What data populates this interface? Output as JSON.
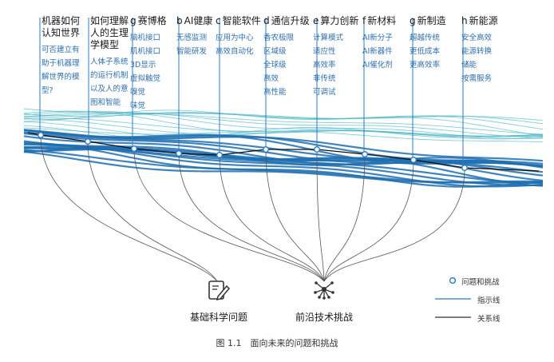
{
  "columns": [
    {
      "letter": "",
      "title": "机器如何认知世界",
      "items": [
        "可否建立有助于机器理解世界的模型?"
      ]
    },
    {
      "letter": "",
      "title": "如何理解人的生理学模型",
      "items": [
        "人体子系统的运行机制以及人的意图和智能"
      ]
    },
    {
      "letter": "g",
      "title": "赛博格",
      "items": [
        "脑机接口",
        "肌机接口",
        "3D显示",
        "虚拟触觉",
        "嗅觉",
        "味觉"
      ]
    },
    {
      "letter": "b",
      "title": "AI健康",
      "items": [
        "无感监测",
        "智能研发"
      ]
    },
    {
      "letter": "c",
      "title": "智能软件",
      "items": [
        "应用为中心",
        "高效自动化"
      ]
    },
    {
      "letter": "d",
      "title": "通信升级",
      "items": [
        "香农极限",
        "区域级",
        "全球级",
        "高效",
        "高性能"
      ]
    },
    {
      "letter": "e",
      "title": "算力创新",
      "items": [
        "计算模式",
        "适应性",
        "高效率",
        "非传统",
        "可调试"
      ]
    },
    {
      "letter": "f",
      "title": "新材料",
      "items": [
        "AI新分子",
        "AI新器件",
        "AI催化剂"
      ]
    },
    {
      "letter": "g",
      "title": "新制造",
      "items": [
        "超越传统",
        "更低成本",
        "更高效率"
      ]
    },
    {
      "letter": "h",
      "title": "新能源",
      "items": [
        "安全高效",
        "能源转换",
        "储能",
        "按需服务"
      ]
    }
  ],
  "bottom": {
    "left_label": "基础科学问题",
    "right_label": "前沿技术挑战"
  },
  "legend": {
    "points": "问题和挑战",
    "indicator": "指示线",
    "relation": "关系线"
  },
  "caption": "图 1.1　面向未来的问题和挑战",
  "colors": {
    "wave_dark": "#1f6fb2",
    "wave_light": "#4fb7c7",
    "pointer": "#2b7bbf",
    "relation": "#333333"
  },
  "icons": {
    "left": "document-edit-icon",
    "right": "network-hub-icon"
  }
}
